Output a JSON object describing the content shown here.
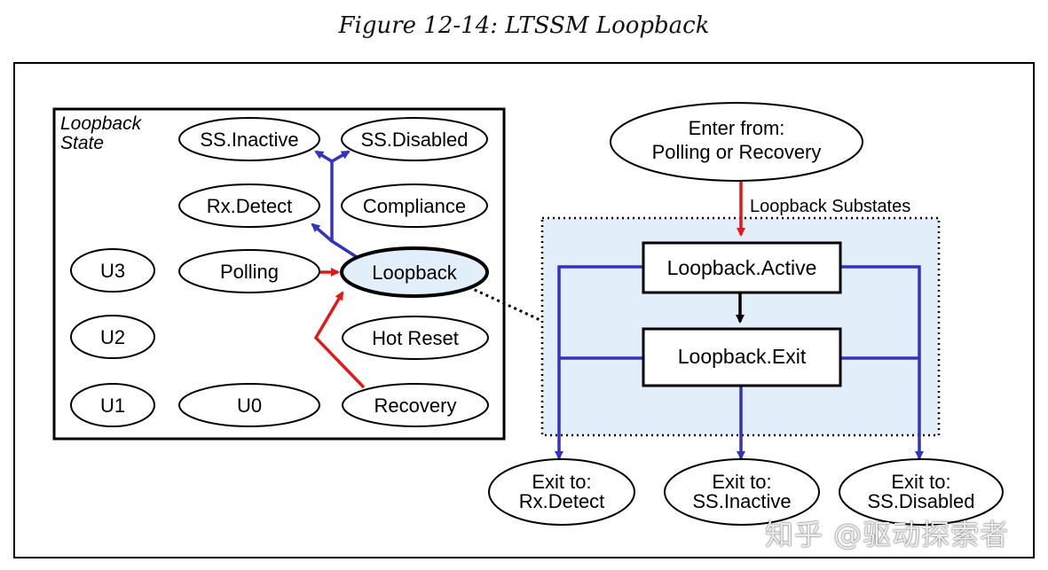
{
  "caption": "Figure 12-14: LTSSM Loopback",
  "left_panel": {
    "title_line1": "Loopback",
    "title_line2": "State",
    "states": {
      "ss_inactive": "SS.Inactive",
      "ss_disabled": "SS.Disabled",
      "rx_detect": "Rx.Detect",
      "compliance": "Compliance",
      "u3": "U3",
      "polling": "Polling",
      "loopback": "Loopback",
      "u2": "U2",
      "hot_reset": "Hot Reset",
      "u1": "U1",
      "u0": "U0",
      "recovery": "Recovery"
    }
  },
  "right_panel": {
    "enter_line1": "Enter from:",
    "enter_line2": "Polling or Recovery",
    "substates_label": "Loopback Substates",
    "active": "Loopback.Active",
    "exit": "Loopback.Exit",
    "exits": [
      {
        "line1": "Exit to:",
        "line2": "Rx.Detect"
      },
      {
        "line1": "Exit to:",
        "line2": "SS.Inactive"
      },
      {
        "line1": "Exit to:",
        "line2": "SS.Disabled"
      }
    ]
  },
  "watermark": "知乎 @驱动探索者",
  "colors": {
    "red_arrow": "#e31919",
    "blue_arrow": "#3333bb",
    "highlight_fill": "#e2eefa",
    "outline": "#000000"
  }
}
